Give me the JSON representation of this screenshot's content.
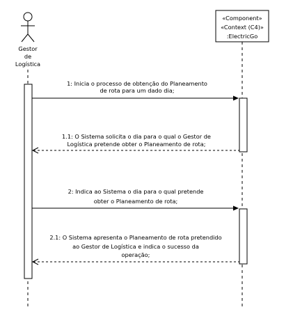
{
  "actor": {
    "name_lines": [
      "Gestor",
      "de",
      "Logística"
    ]
  },
  "component": {
    "stereotype": "«Component»",
    "context": "«Context (C4)»",
    "name": ":ElectricGo"
  },
  "messages": [
    {
      "lines": [
        "1: Inicia o processo de obtenção do Planeamento",
        "de rota para um dado dia;"
      ],
      "kind": "call",
      "direction": "right"
    },
    {
      "lines": [
        "1.1: O Sistema solicita o dia para o qual o Gestor de",
        "Logística pretende obter o Planeamento de rota;"
      ],
      "kind": "return",
      "direction": "left"
    },
    {
      "lines": [
        "2: Indica ao Sistema o dia para o qual pretende",
        "obter o Planeamento de rota;"
      ],
      "kind": "call",
      "direction": "right"
    },
    {
      "lines": [
        "2.1: O Sistema apresenta o Planeamento de rota pretendido",
        "ao Gestor de Logística e indica o sucesso da",
        "operação;"
      ],
      "kind": "return",
      "direction": "left"
    }
  ]
}
